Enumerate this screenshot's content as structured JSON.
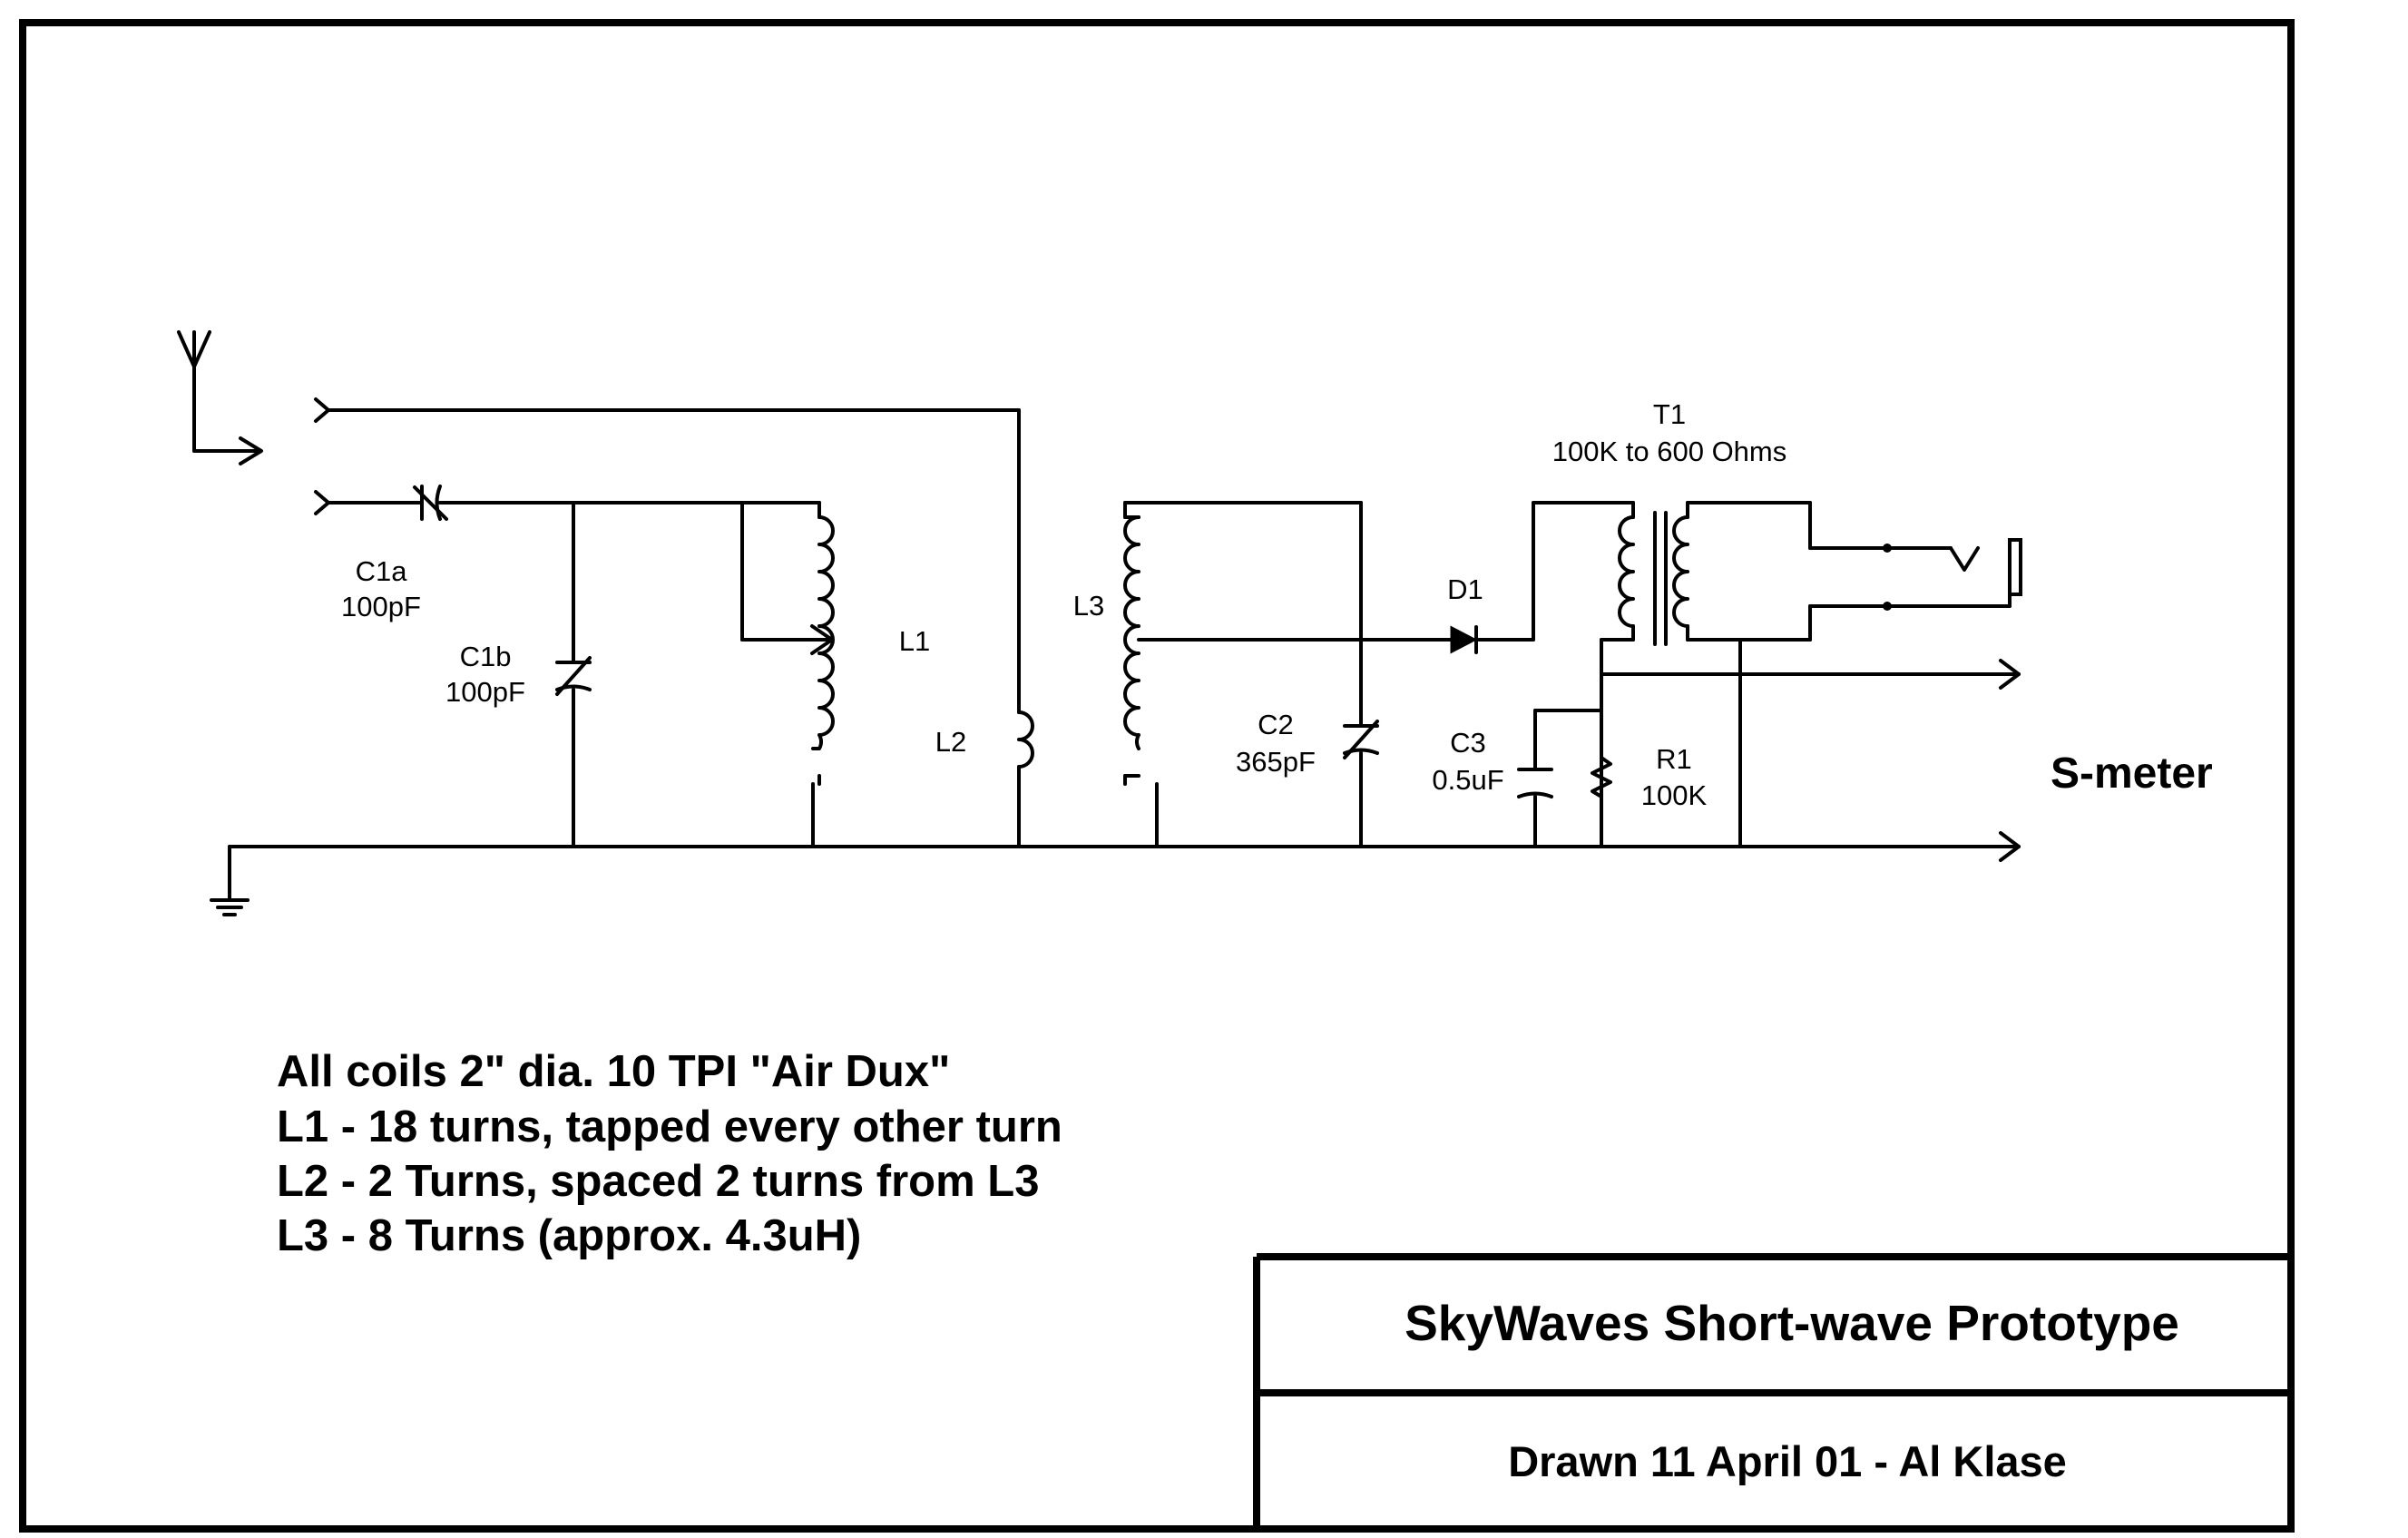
{
  "components": {
    "c1a": {
      "ref": "C1a",
      "value": "100pF"
    },
    "c1b": {
      "ref": "C1b",
      "value": "100pF"
    },
    "l1": {
      "ref": "L1"
    },
    "l2": {
      "ref": "L2"
    },
    "l3": {
      "ref": "L3"
    },
    "c2": {
      "ref": "C2",
      "value": "365pF"
    },
    "d1": {
      "ref": "D1"
    },
    "c3": {
      "ref": "C3",
      "value": "0.5uF"
    },
    "r1": {
      "ref": "R1",
      "value": "100K"
    },
    "t1": {
      "ref": "T1",
      "value": "100K to 600 Ohms"
    }
  },
  "output_label": "S-meter",
  "notes": [
    "All coils 2\" dia. 10 TPI \"Air Dux\"",
    "L1 - 18 turns, tapped every other turn",
    "L2 - 2 Turns, spaced 2 turns from L3",
    "L3 - 8 Turns (approx. 4.3uH)"
  ],
  "title_block": {
    "title": "SkyWaves Short-wave Prototype",
    "drawn": "Drawn 11 April 01 - Al Klase"
  }
}
